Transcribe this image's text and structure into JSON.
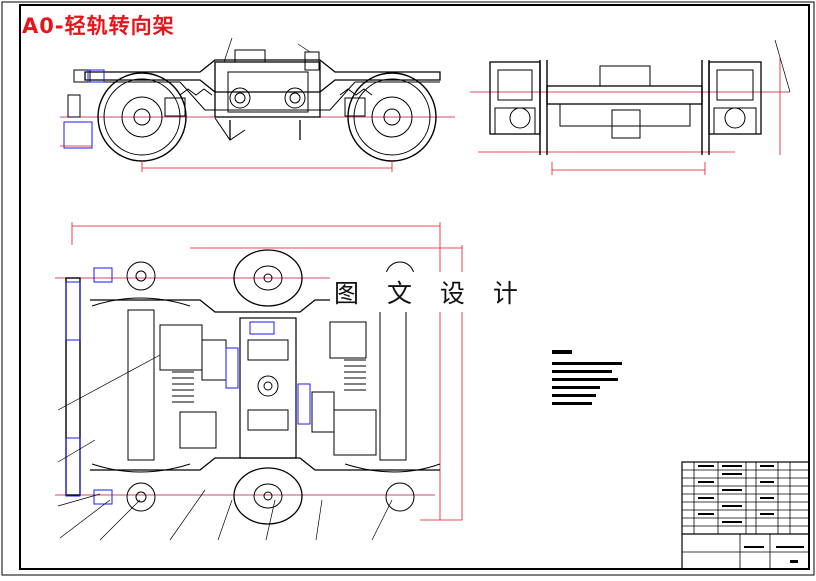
{
  "drawing": {
    "title": "A0-轻轨转向架",
    "watermark": "图 文 设 计",
    "colors": {
      "title": "#e8141a",
      "line": "#000000",
      "dimension": "#e0102a",
      "highlight": "#1a1aff",
      "centerline": "#c8102e",
      "background": "#ffffff"
    },
    "views": [
      "side-view",
      "end-view",
      "plan-view"
    ],
    "notes_block": "technical-requirements",
    "title_block": "title-block-table"
  }
}
